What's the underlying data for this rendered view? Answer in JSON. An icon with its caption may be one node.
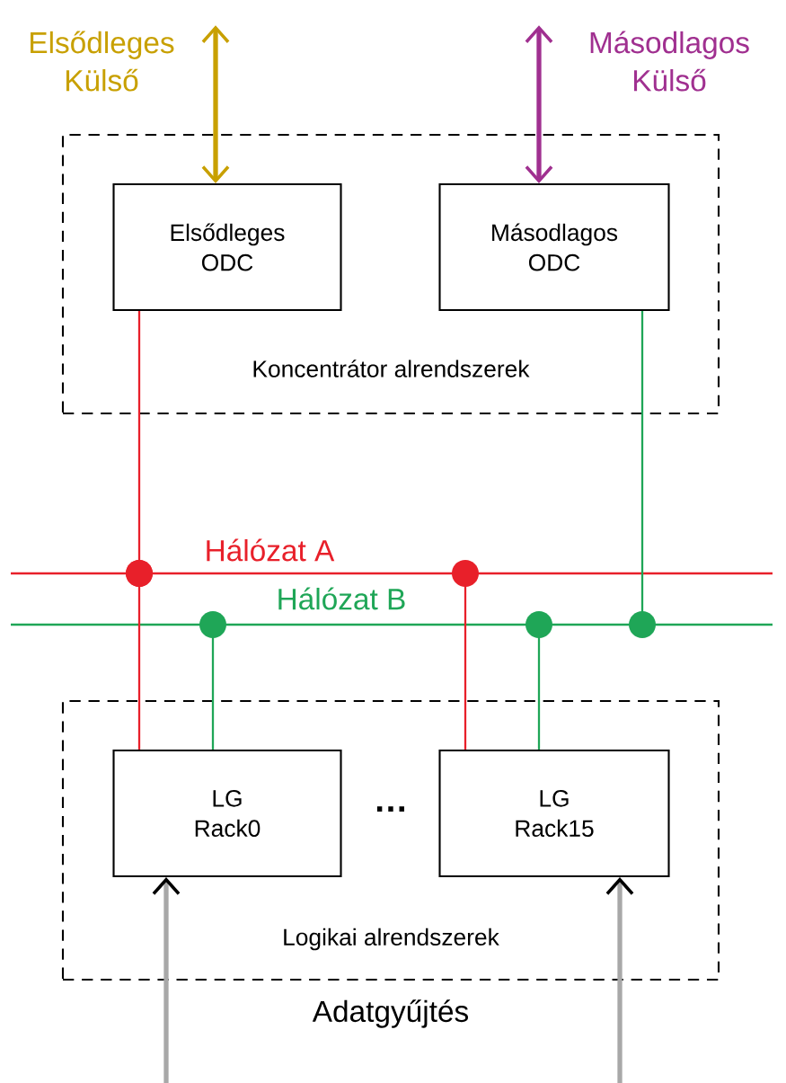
{
  "diagram": {
    "nodes": [
      {
        "text": [
          "Koncentrátor alrendszerek"
        ]
      },
      {
        "text": [
          "Elsődleges ODC"
        ],
        "in": 0
      },
      {
        "text": [
          "Másodlagos ODC"
        ],
        "in": 0
      },
      {
        "text": [
          "Hálózat A"
        ]
      },
      {
        "text": [
          "Hálózat B"
        ]
      },
      {
        "text": [
          "Logikai alrendszerek"
        ]
      },
      {
        "text": [
          "LG Rack0"
        ],
        "in": 5
      },
      {
        "text": [
          "LG Rack15"
        ],
        "in": 5
      },
      {
        "text": [
          "Elsődleges Külső"
        ]
      },
      {
        "text": [
          "Másodlagos Külső"
        ]
      }
    ],
    "edges": [
      {
        "from": 1,
        "to": 3,
        "arrow": "other",
        "color": "#e8202a"
      },
      {
        "from": 2,
        "to": 4,
        "arrow": "other",
        "color": "#1fa657"
      },
      {
        "from": 6,
        "to": 3,
        "arrow": "other",
        "color": "#e8202a"
      },
      {
        "from": 6,
        "to": 4,
        "arrow": "other",
        "color": "#1fa657"
      },
      {
        "from": 7,
        "to": 3,
        "arrow": "other",
        "color": "#e8202a"
      },
      {
        "from": 7,
        "to": 4,
        "arrow": "other",
        "color": "#1fa657"
      },
      {
        "from": 8,
        "to": 1,
        "arrow": "both",
        "style": "thick",
        "color": "#c8a000"
      },
      {
        "from": 9,
        "to": 2,
        "arrow": "both",
        "style": "thick",
        "color": "#a03090"
      },
      {
        "from": null,
        "to": 6,
        "arrow": "to",
        "style": "thick",
        "color": "#a8a8a8"
      },
      {
        "from": null,
        "to": 7,
        "arrow": "to",
        "style": "thick",
        "color": "#a8a8a8"
      }
    ],
    "labels": [
      "…",
      "Adatgyűjtés"
    ]
  }
}
